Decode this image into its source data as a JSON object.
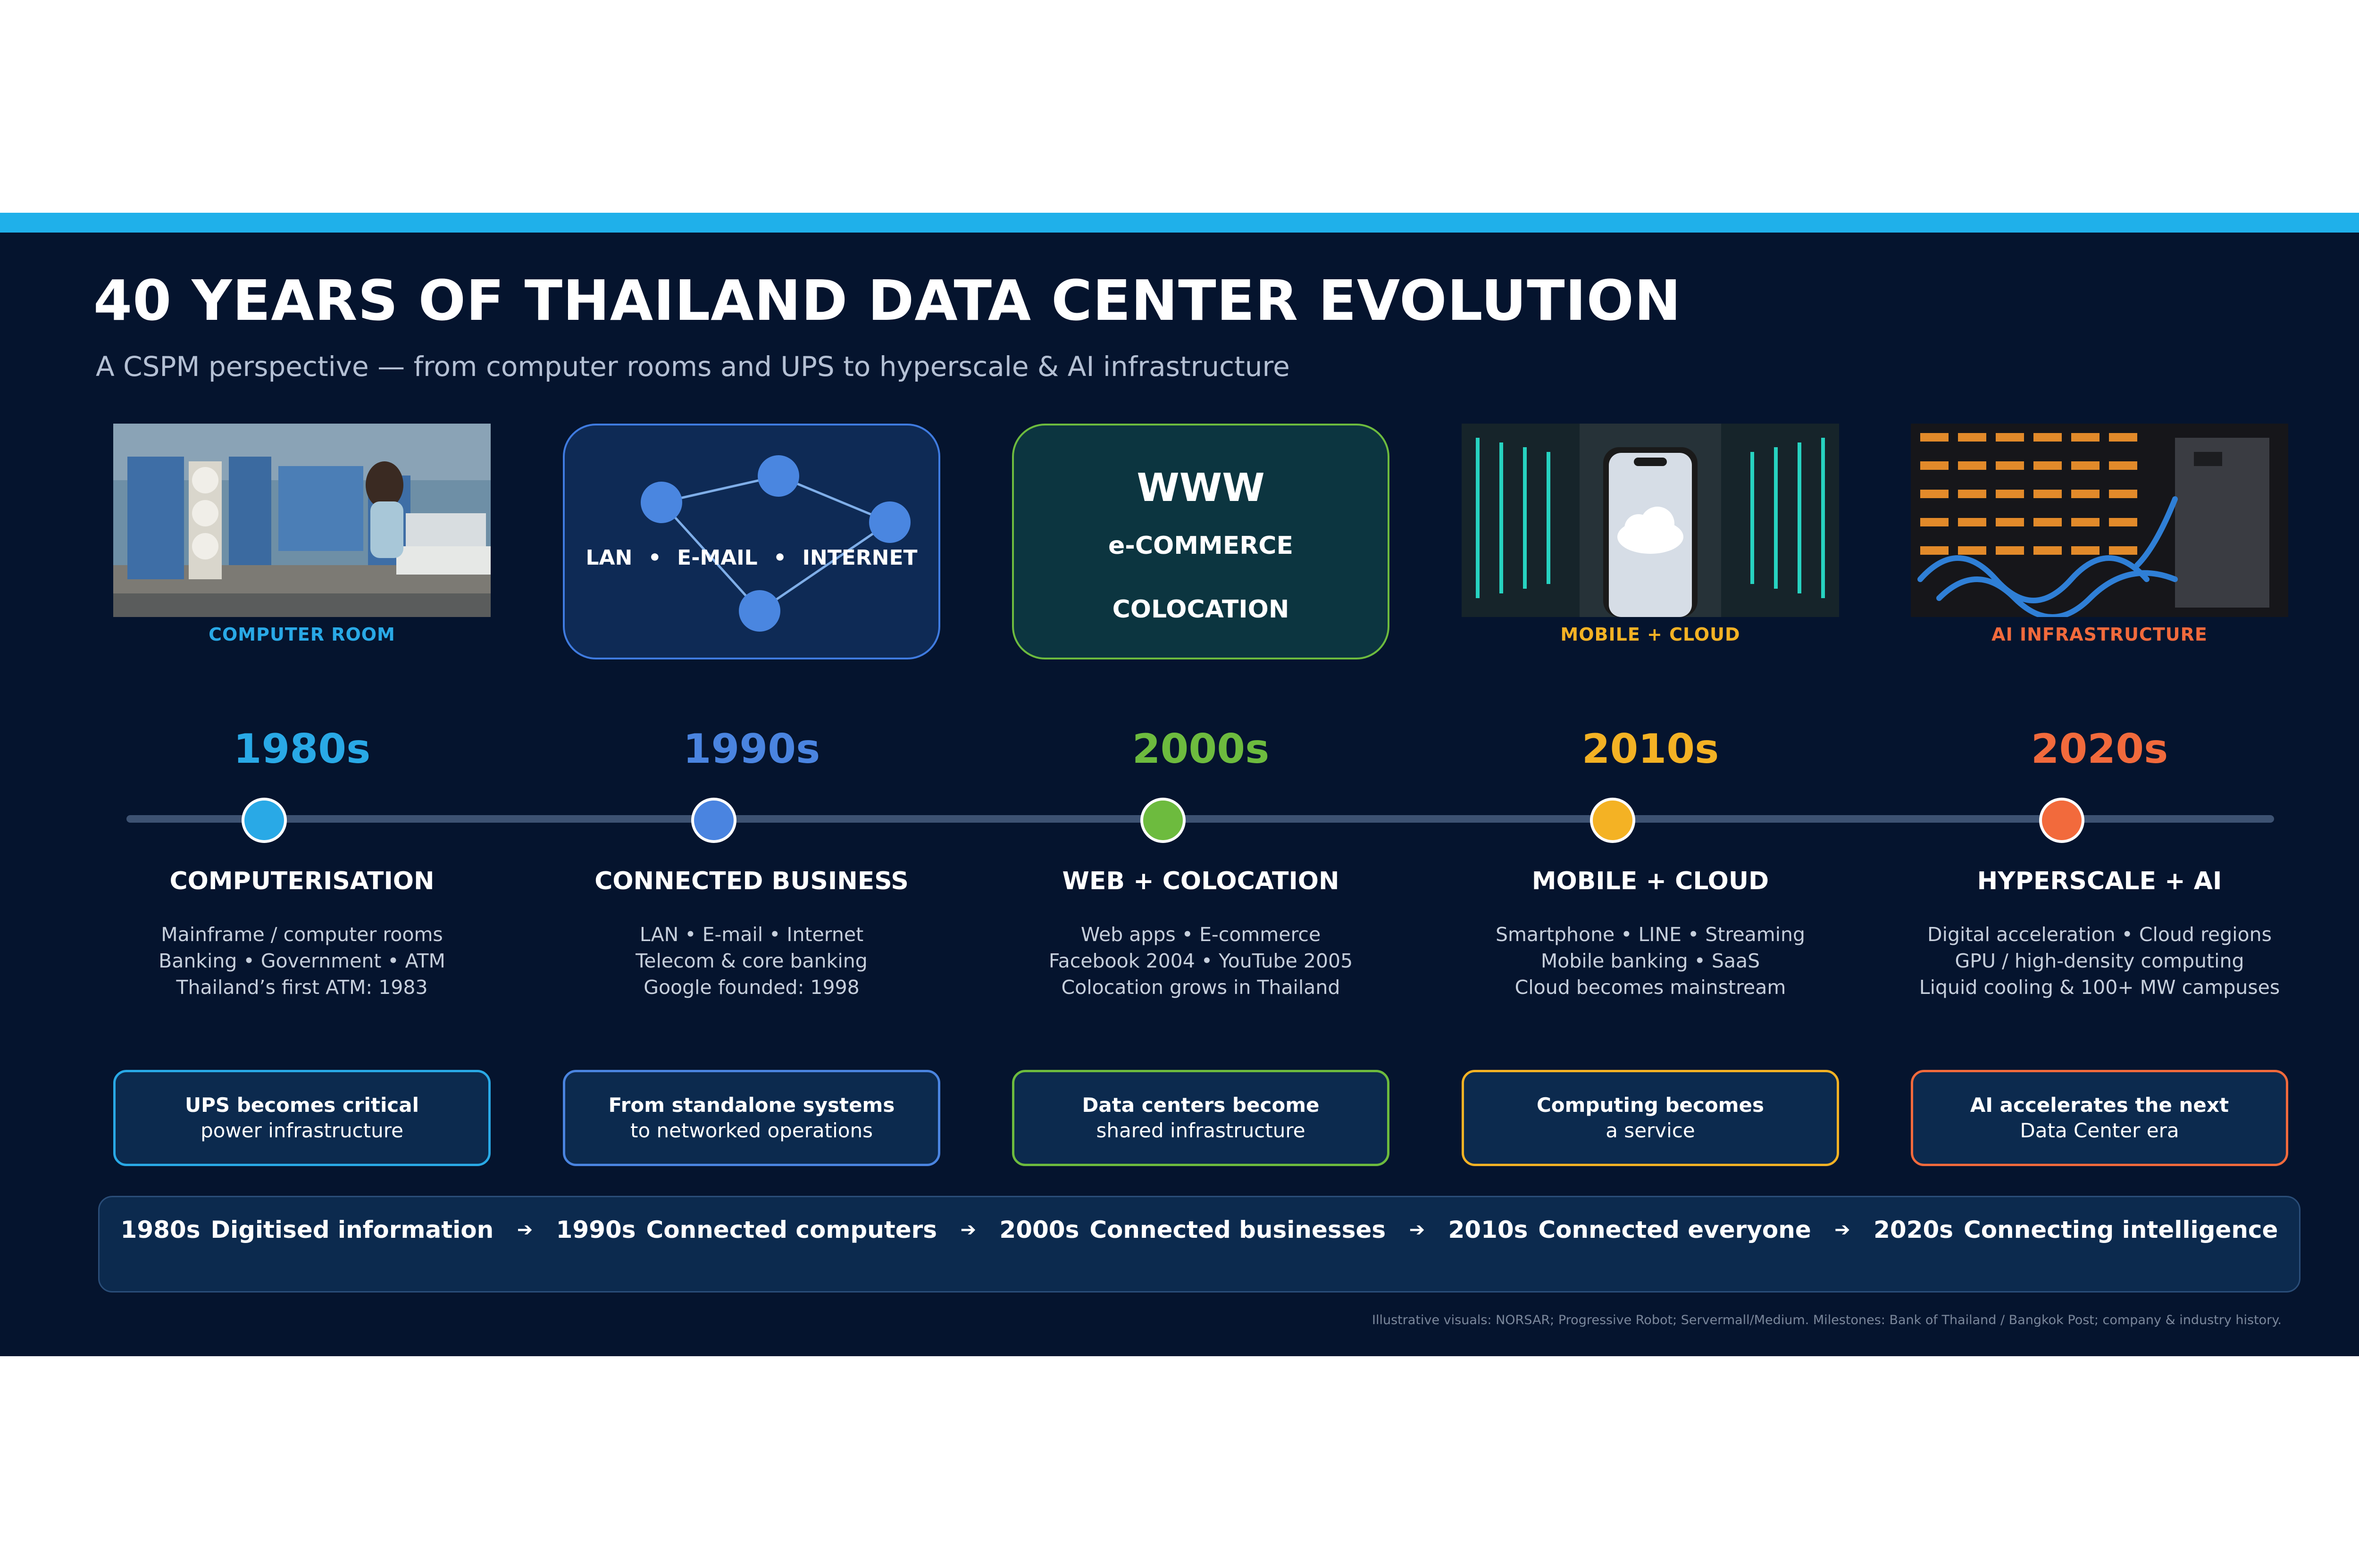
{
  "title": "40 YEARS OF THAILAND DATA CENTER EVOLUTION",
  "subtitle": "A CSPM perspective — from computer rooms and UPS to hyperscale & AI infrastructure",
  "colors": {
    "background": "#05142e",
    "top_bar": "#1fb0ea",
    "c1980s": "#29a9e6",
    "c1990s": "#4a84e0",
    "c2000s": "#6dbb3e",
    "c2010s": "#f4b224",
    "c2020s": "#f26a3c"
  },
  "visuals": {
    "computer_room_caption": "COMPUTER ROOM",
    "network_card": {
      "label_lan": "LAN",
      "label_email": "E-MAIL",
      "label_internet": "INTERNET",
      "separator": "•",
      "icon": "network-graph-icon"
    },
    "web_card": {
      "line1": "WWW",
      "line2": "e-COMMERCE",
      "line3": "COLOCATION"
    },
    "mobile_cloud_caption": "MOBILE + CLOUD",
    "ai_caption": "AI INFRASTRUCTURE"
  },
  "eras": [
    {
      "decade": "1980s",
      "heading": "COMPUTERISATION",
      "details": [
        "Mainframe / computer rooms",
        "Banking • Government • ATM",
        "Thailand’s first ATM: 1983"
      ],
      "takeaway_strong": "UPS becomes critical",
      "takeaway_normal": "power infrastructure"
    },
    {
      "decade": "1990s",
      "heading": "CONNECTED BUSINESS",
      "details": [
        "LAN • E-mail • Internet",
        "Telecom & core banking",
        "Google founded: 1998"
      ],
      "takeaway_strong": "From standalone systems",
      "takeaway_normal": "to networked operations"
    },
    {
      "decade": "2000s",
      "heading": "WEB + COLOCATION",
      "details": [
        "Web apps • E-commerce",
        "Facebook 2004 • YouTube 2005",
        "Colocation grows in Thailand"
      ],
      "takeaway_strong": "Data centers become",
      "takeaway_normal": "shared infrastructure"
    },
    {
      "decade": "2010s",
      "heading": "MOBILE + CLOUD",
      "details": [
        "Smartphone • LINE • Streaming",
        "Mobile banking • SaaS",
        "Cloud becomes mainstream"
      ],
      "takeaway_strong": "Computing becomes",
      "takeaway_normal": "a service"
    },
    {
      "decade": "2020s",
      "heading": "HYPERSCALE + AI",
      "details": [
        "Digital acceleration • Cloud regions",
        "GPU / high-density computing",
        "Liquid cooling & 100+ MW campuses"
      ],
      "takeaway_strong": "AI accelerates the next",
      "takeaway_normal": "Data Center era"
    }
  ],
  "summary": [
    {
      "decade": "1980s",
      "text": "Digitised information"
    },
    {
      "decade": "1990s",
      "text": "Connected computers"
    },
    {
      "decade": "2000s",
      "text": "Connected businesses"
    },
    {
      "decade": "2010s",
      "text": "Connected everyone"
    },
    {
      "decade": "2020s",
      "text": "Connecting intelligence"
    }
  ],
  "summary_arrow": "➔",
  "footnote": "Illustrative visuals: NORSAR; Progressive Robot; Servermall/Medium. Milestones: Bank of Thailand / Bangkok Post; company & industry history."
}
